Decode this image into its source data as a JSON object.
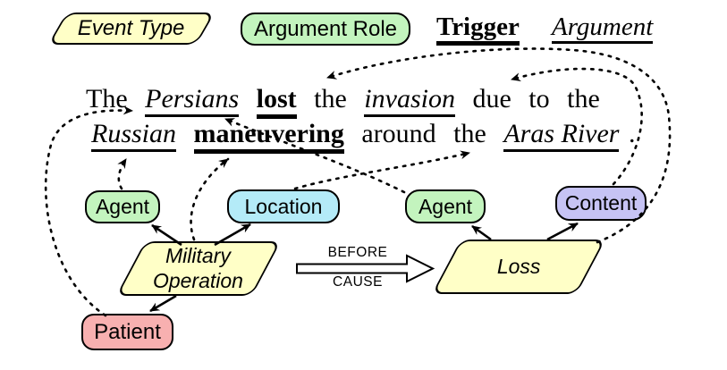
{
  "legend": {
    "event_type_label": "Event Type",
    "argument_role_label": "Argument Role",
    "trigger_label": "Trigger",
    "argument_label": "Argument"
  },
  "sentence": {
    "full_text": "The Persians lost the invasion due to the Russian maneuvering around the Aras River.",
    "line1": [
      {
        "text": "The",
        "mark": "plain"
      },
      {
        "text": "Persians",
        "mark": "argument"
      },
      {
        "text": "lost",
        "mark": "trigger"
      },
      {
        "text": "the",
        "mark": "plain"
      },
      {
        "text": "invasion",
        "mark": "argument"
      },
      {
        "text": "due",
        "mark": "plain"
      },
      {
        "text": "to",
        "mark": "plain"
      },
      {
        "text": "the",
        "mark": "plain"
      }
    ],
    "line2": [
      {
        "text": "Russian",
        "mark": "argument"
      },
      {
        "text": "maneuvering",
        "mark": "trigger"
      },
      {
        "text": "around",
        "mark": "plain"
      },
      {
        "text": "the",
        "mark": "plain"
      },
      {
        "text": "Aras River",
        "mark": "argument"
      },
      {
        "text": ".",
        "mark": "plain"
      }
    ]
  },
  "nodes": {
    "agent_left": "Agent",
    "location": "Location",
    "agent_right": "Agent",
    "content": "Content",
    "patient": "Patient",
    "military_operation": {
      "line1": "Military",
      "line2": "Operation"
    },
    "loss": "Loss"
  },
  "relation_arrow": {
    "top_label": "BEFORE",
    "bottom_label": "CAUSE"
  },
  "edges": {
    "event_to_role_solid": [
      {
        "from": "Military Operation",
        "to": "Agent"
      },
      {
        "from": "Military Operation",
        "to": "Location"
      },
      {
        "from": "Military Operation",
        "to": "Patient"
      },
      {
        "from": "Loss",
        "to": "Agent"
      },
      {
        "from": "Loss",
        "to": "Content"
      }
    ],
    "dashed_links": [
      {
        "from": "Patient",
        "to": "Persians"
      },
      {
        "from": "Agent (Military Operation)",
        "to": "Russian"
      },
      {
        "from": "Military Operation",
        "to": "maneuvering",
        "kind": "trigger"
      },
      {
        "from": "Location",
        "to": "Aras River"
      },
      {
        "from": "Agent (Loss)",
        "to": "Persians"
      },
      {
        "from": "Content",
        "to": "invasion"
      },
      {
        "from": "Loss",
        "to": "lost",
        "kind": "trigger"
      }
    ],
    "event_relation": {
      "from": "Military Operation",
      "to": "Loss",
      "labels": [
        "BEFORE",
        "CAUSE"
      ]
    }
  },
  "colors": {
    "event_fill": "#FFFFC7",
    "agent_fill": "#C3F4BE",
    "location_fill": "#B4EBF8",
    "content_fill": "#C6C3F4",
    "patient_fill": "#F8B0B0",
    "outline": "#000000"
  }
}
